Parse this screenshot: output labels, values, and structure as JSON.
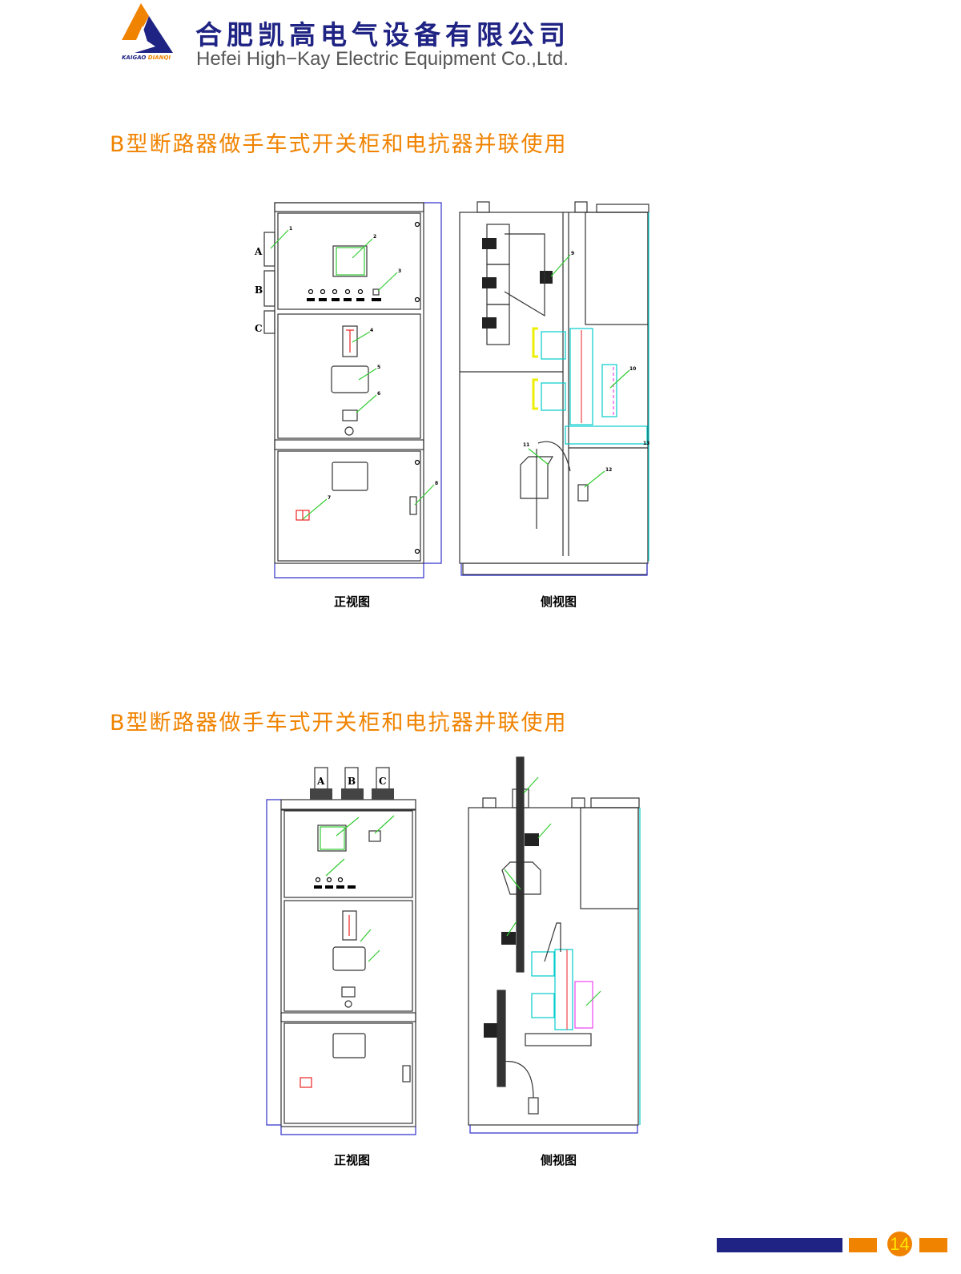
{
  "header": {
    "company_cn": "合肥凯高电气设备有限公司",
    "company_en": "Hefei High−Kay Electric Equipment Co.,Ltd.",
    "logo_text": "KAIGAO DIANQI"
  },
  "sections": [
    {
      "title": "B型断路器做手车式开关柜和电抗器并联使用",
      "front_caption": "正视图",
      "side_caption": "侧视图",
      "phases": [
        "A",
        "B",
        "C"
      ],
      "callouts": [
        "1",
        "2",
        "3",
        "4",
        "5",
        "6",
        "7",
        "8",
        "9",
        "10",
        "11",
        "12",
        "13"
      ]
    },
    {
      "title": "B型断路器做手车式开关柜和电抗器并联使用",
      "front_caption": "正视图",
      "side_caption": "侧视图",
      "phases": [
        "A",
        "B",
        "C"
      ]
    }
  ],
  "footer": {
    "page_number": "14",
    "colors": {
      "navy": "#1f2383",
      "orange": "#f08300"
    }
  }
}
